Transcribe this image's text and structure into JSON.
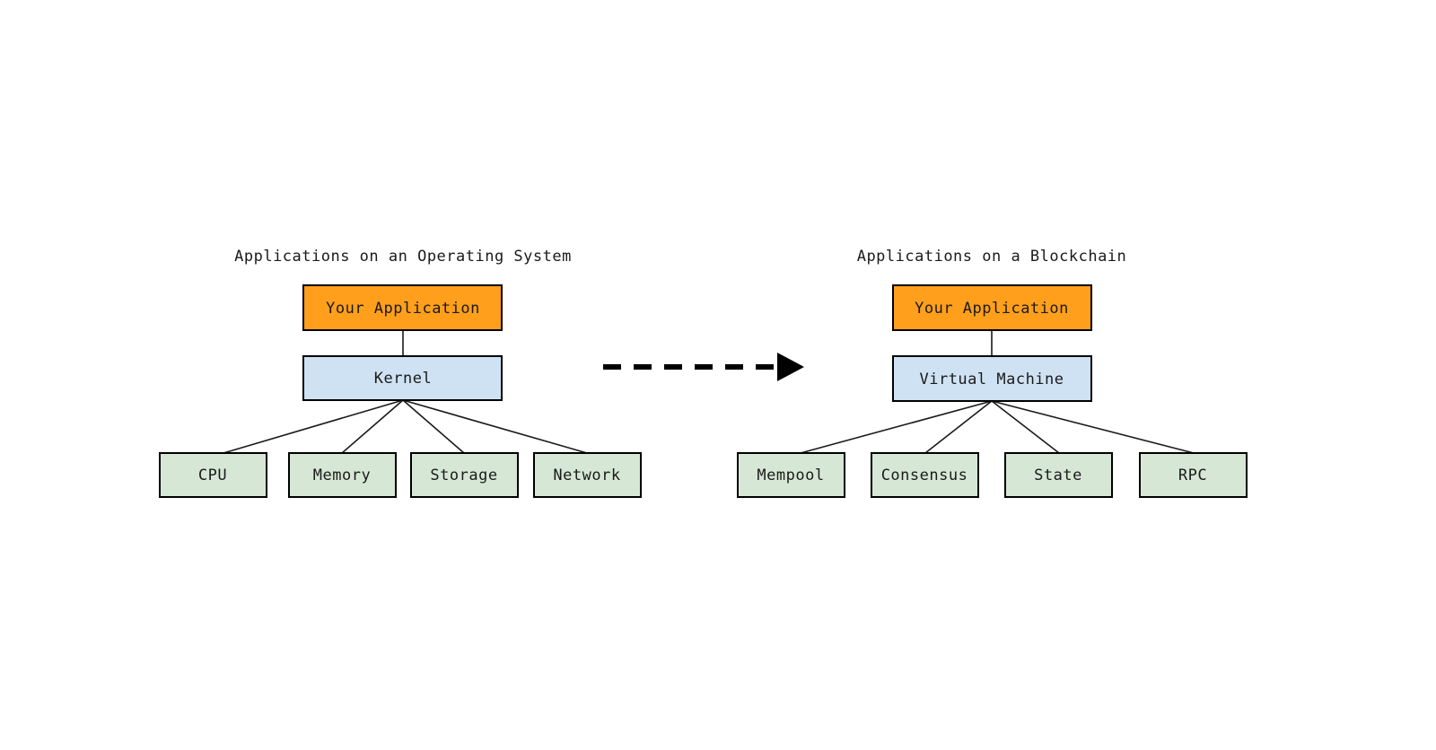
{
  "diagram": {
    "title_left": "Applications on an Operating System",
    "title_right": "Applications on a Blockchain",
    "colors": {
      "application": "#FF9F1C",
      "kernel": "#CFE2F3",
      "resource": "#D6E8D5",
      "border": "#000000",
      "text": "#1A1A1A",
      "edge": "#1A1A1A",
      "arrow": "#000000",
      "background": "#FFFFFF"
    },
    "left_group": {
      "title": "Applications on an Operating System",
      "application": "Your Application",
      "kernel": "Kernel",
      "resources": [
        "CPU",
        "Memory",
        "Storage",
        "Network"
      ]
    },
    "right_group": {
      "title": "Applications on a Blockchain",
      "application": "Your Application",
      "kernel": "Virtual Machine",
      "resources": [
        "Mempool",
        "Consensus",
        "State",
        "RPC"
      ]
    },
    "transition": {
      "style": "dashed-arrow",
      "direction": "left-to-right",
      "label": ""
    }
  }
}
